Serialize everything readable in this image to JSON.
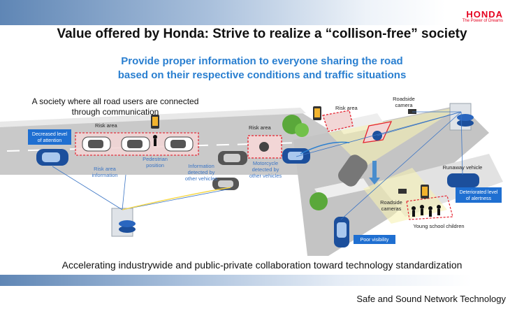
{
  "logo": {
    "brand": "HONDA",
    "tagline": "The Power of Dreams"
  },
  "title": "Value offered by Honda: Strive to realize a “collison-free” society",
  "subtitle": {
    "line1": "Provide proper information to everyone sharing the road",
    "line2": "based on their respective conditions and traffic situations"
  },
  "society": {
    "line1": "A society where all road users are connected",
    "line2": "through communication"
  },
  "labels": {
    "risk_area_1": "Risk area",
    "risk_area_2": "Risk area",
    "risk_area_3": "Risk area",
    "decreased_attention_1": "Decreased level",
    "decreased_attention_2": "of attention",
    "risk_info_1": "Risk area",
    "risk_info_2": "information",
    "pedestrian_1": "Pedestrian",
    "pedestrian_2": "position",
    "info_other_1": "Information",
    "info_other_2": "detected by",
    "info_other_3": "other vehicles",
    "moto_1": "Motorcycle",
    "moto_2": "detected by",
    "moto_3": "other vehicles",
    "roadside_camera_1": "Roadside",
    "roadside_camera_2": "camera",
    "roadside_cameras_1": "Roadside",
    "roadside_cameras_2": "cameras",
    "runaway": "Runaway vehicle",
    "alertness_1": "Deteriorated level",
    "alertness_2": "of alertness",
    "children": "Young school  children",
    "poor_visibility": "Poor visibility"
  },
  "colors": {
    "accent_blue": "#2a7fd0",
    "box_blue": "#1f6fd1",
    "risk_red": "#e5212e",
    "brand_red": "#e5001e"
  },
  "footer": {
    "line": "Accelerating industrywide and public-private collaboration toward technology standardization",
    "label": "Safe and Sound Network Technology"
  }
}
